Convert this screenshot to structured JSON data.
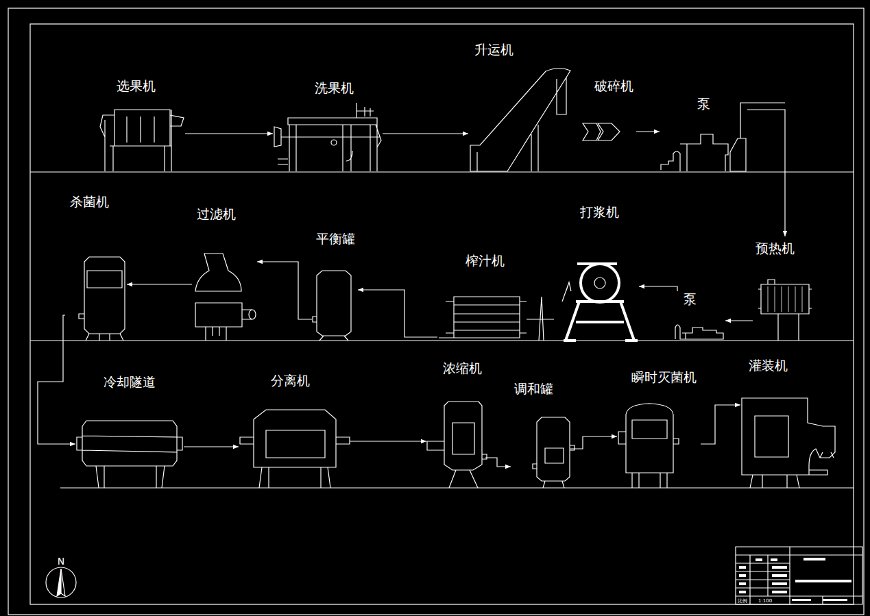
{
  "diagram": {
    "nodes": [
      {
        "text": [
          "选果机"
        ]
      },
      {
        "text": [
          "洗果机"
        ]
      },
      {
        "text": [
          "升运机"
        ]
      },
      {
        "text": [
          "破碎机"
        ]
      },
      {
        "text": [
          "泵"
        ]
      },
      {
        "text": [
          "预热机"
        ]
      },
      {
        "text": [
          "泵"
        ]
      },
      {
        "text": [
          "打浆机"
        ]
      },
      {
        "text": [
          "榨汁机"
        ]
      },
      {
        "text": [
          "平衡罐"
        ]
      },
      {
        "text": [
          "过滤机"
        ]
      },
      {
        "text": [
          "杀菌机"
        ]
      },
      {
        "text": [
          "冷却隧道"
        ]
      },
      {
        "text": [
          "分离机"
        ]
      },
      {
        "text": [
          "浓缩机"
        ]
      },
      {
        "text": [
          "调和罐"
        ]
      },
      {
        "text": [
          "瞬时灭菌机"
        ]
      },
      {
        "text": [
          "灌装机"
        ]
      }
    ],
    "edges": [
      {
        "from": 0,
        "to": 1,
        "arrow": "to"
      },
      {
        "from": 1,
        "to": 2,
        "arrow": "to"
      },
      {
        "from": 3,
        "to": 4,
        "arrow": "to"
      },
      {
        "from": 4,
        "to": 5,
        "arrow": "to"
      },
      {
        "from": 5,
        "to": 6,
        "arrow": "to"
      },
      {
        "from": 6,
        "to": 7,
        "arrow": "to"
      },
      {
        "from": 8,
        "to": 9,
        "arrow": "to"
      },
      {
        "from": 9,
        "to": 10,
        "arrow": "to"
      },
      {
        "from": 10,
        "to": 11,
        "arrow": "to"
      },
      {
        "from": 11,
        "to": 12,
        "arrow": "to"
      },
      {
        "from": 12,
        "to": 13,
        "arrow": "to"
      },
      {
        "from": 13,
        "to": 14,
        "arrow": "to"
      },
      {
        "from": 14,
        "to": 15,
        "arrow": "to"
      },
      {
        "from": 15,
        "to": 16,
        "arrow": "to"
      },
      {
        "from": 16,
        "to": 17,
        "arrow": "to"
      }
    ],
    "labels": [
      "N",
      "比例",
      "1:100"
    ]
  }
}
